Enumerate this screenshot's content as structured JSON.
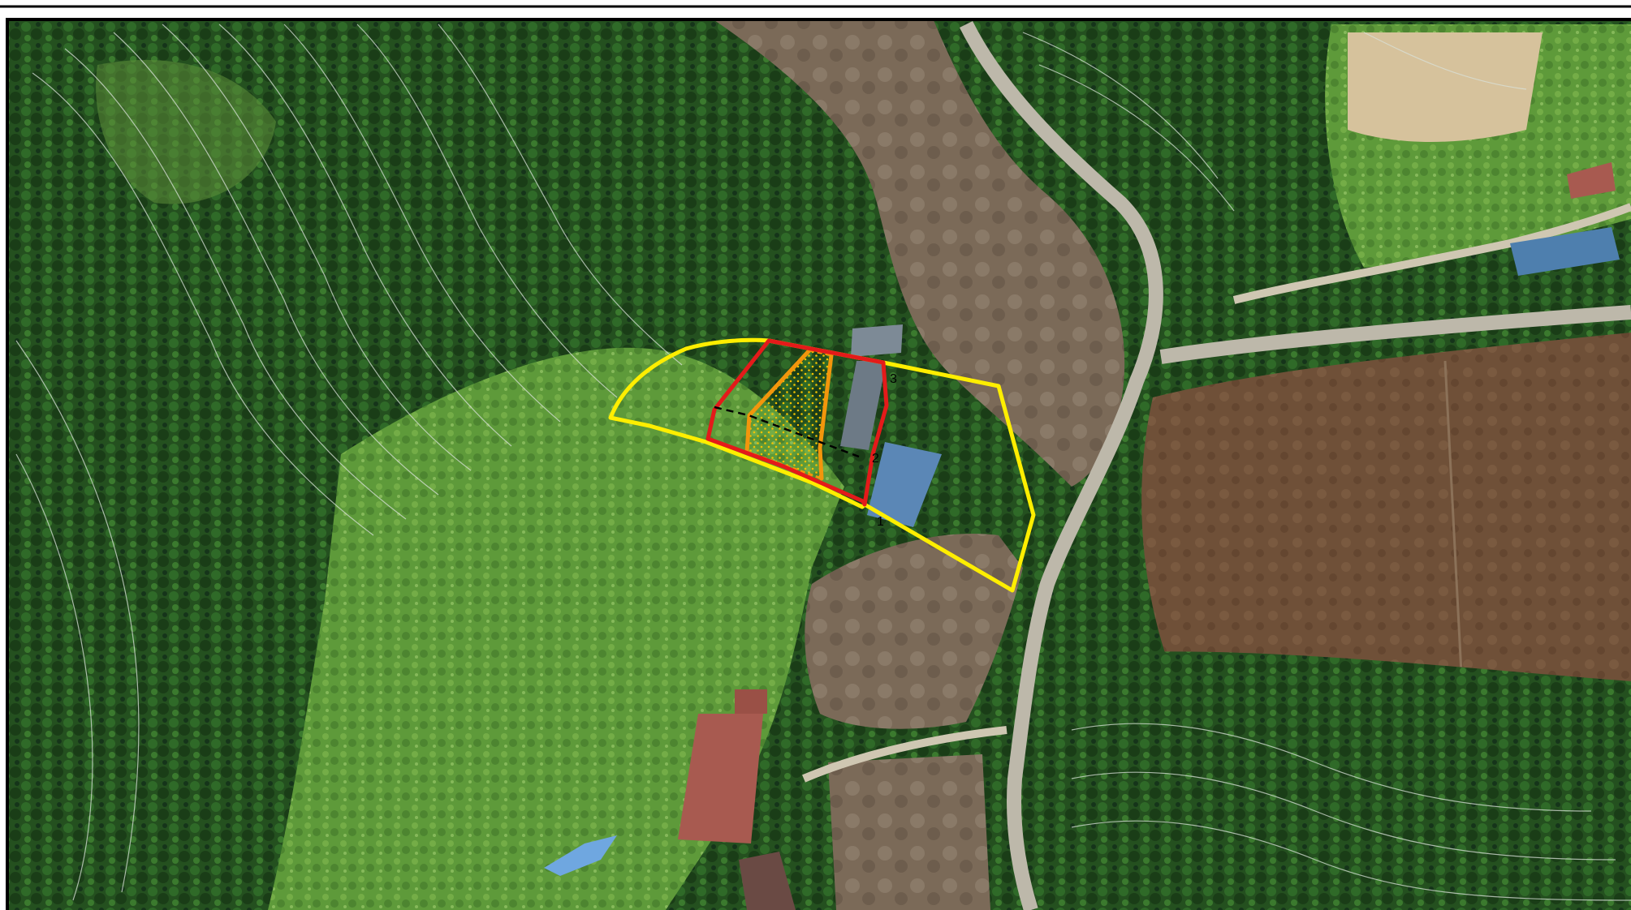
{
  "map": {
    "point_labels": [
      "1",
      "2",
      "3"
    ],
    "colors": {
      "outer_zone_boundary": "#ffee00",
      "inner_zone_boundary": "#e41a1a",
      "core_zone_boundary": "#f2960c",
      "core_zone_hatch": "#f2c200",
      "section_line": "#000000",
      "frame_border": "#000000",
      "contour_lines": "#d8e0d8",
      "forest": "#1f4a1c",
      "grass": "#5e9a3a",
      "paddy_field": "#7b6a58",
      "road": "#bdb8aa",
      "roof_red": "#a85a50",
      "roof_blue": "#5b87b6",
      "roof_grey": "#6d7a86"
    },
    "layers": [
      "satellite-imagery",
      "contour-lines",
      "hazard-zone-outlines",
      "section-line"
    ]
  }
}
